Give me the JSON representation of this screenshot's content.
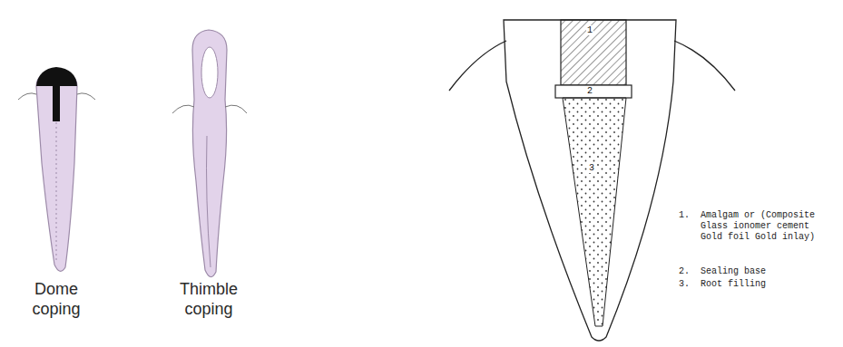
{
  "diagram": {
    "labels": [
      "Dome coping",
      "Thimble coping",
      "1",
      "2",
      "3",
      "1.",
      "Amalgam or (Composite Glass ionomer cement Gold foil Gold inlay)",
      "2.",
      "Sealing base",
      "3.",
      "Root filling"
    ]
  }
}
